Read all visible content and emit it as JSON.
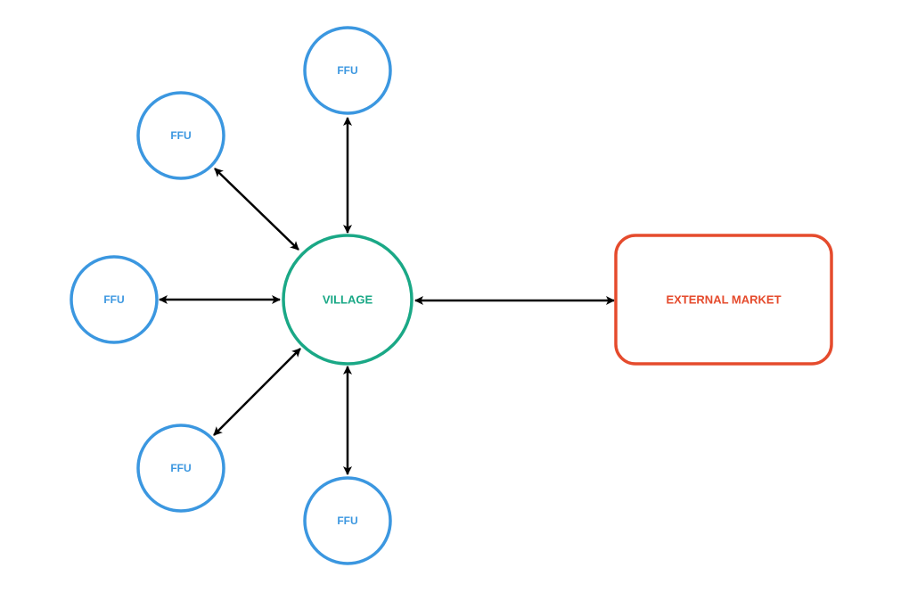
{
  "colors": {
    "ffu": "#3b97e0",
    "village": "#1aa886",
    "market": "#e54b2d",
    "arrow": "#000000"
  },
  "nodes": {
    "ffu_top": "FFU",
    "ffu_upper_left": "FFU",
    "ffu_left": "FFU",
    "ffu_lower_left": "FFU",
    "ffu_bottom": "FFU",
    "village": "VILLAGE",
    "external_market": "EXTERNAL MARKET"
  },
  "edges": [
    {
      "from": "village",
      "to": "ffu_top",
      "direction": "both"
    },
    {
      "from": "village",
      "to": "ffu_upper_left",
      "direction": "both"
    },
    {
      "from": "village",
      "to": "ffu_left",
      "direction": "both"
    },
    {
      "from": "village",
      "to": "ffu_lower_left",
      "direction": "both"
    },
    {
      "from": "village",
      "to": "ffu_bottom",
      "direction": "both"
    },
    {
      "from": "village",
      "to": "external_market",
      "direction": "both"
    }
  ]
}
